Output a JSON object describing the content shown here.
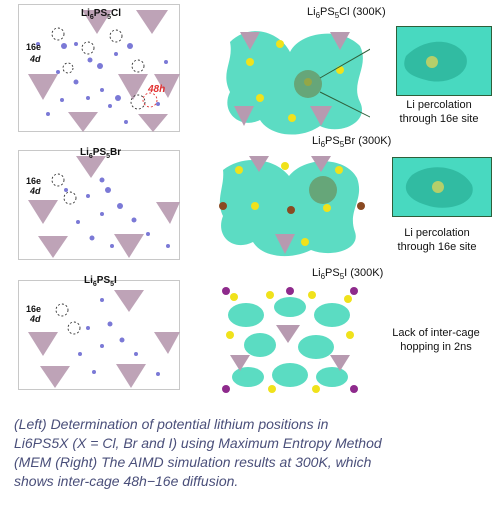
{
  "left_panels": [
    {
      "title": "Li6PS5Cl",
      "title_parts": [
        "Li",
        "6",
        "PS",
        "5",
        "Cl"
      ],
      "labels": [
        "16e",
        "4d"
      ],
      "highlight": "48h"
    },
    {
      "title": "Li6PS5Br",
      "title_parts": [
        "Li",
        "6",
        "PS",
        "5",
        "Br"
      ],
      "labels": [
        "16e",
        "4d"
      ]
    },
    {
      "title": "Li6PS5I",
      "title_parts": [
        "Li",
        "6",
        "PS",
        "5",
        "I"
      ],
      "labels": [
        "16e",
        "4d"
      ]
    }
  ],
  "right_panels": [
    {
      "title": "Li6PS5Cl (300K)",
      "title_parts": [
        "Li",
        "6",
        "PS",
        "5",
        "Cl (300K)"
      ],
      "note_lines": [
        "Li percolation",
        "through 16e site"
      ]
    },
    {
      "title": "Li6PS5Br (300K)",
      "title_parts": [
        "Li",
        "6",
        "PS",
        "5",
        "Br (300K)"
      ],
      "note_lines": [
        "Li percolation",
        "through 16e site"
      ]
    },
    {
      "title": "Li6PS5I (300K)",
      "title_parts": [
        "Li",
        "6",
        "PS",
        "5",
        "I (300K)"
      ],
      "note_lines": [
        "Lack of inter-cage",
        "hopping in 2ns"
      ]
    }
  ],
  "caption_lines": [
    "(Left) Determination of potential lithium positions in",
    "Li6PS5X (X = Cl, Br and I) using Maximum Entropy Method",
    "(MEM (Right) The AIMD simulation results at 300K, which",
    "shows inter-cage 48h−16e diffusion."
  ],
  "colors": {
    "caption": "#4a4f7a",
    "tetrahedron": "#b79ab0",
    "li_density": "#7b79d6",
    "isosurface": "#3fd6b8",
    "sulfur": "#f0e21b",
    "highlight_red": "#e23030",
    "circle_green": "#2e8f4a"
  }
}
